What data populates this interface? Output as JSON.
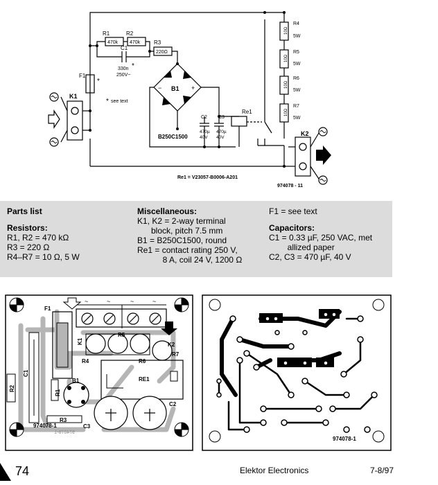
{
  "schematic": {
    "labels": {
      "r1": "R1",
      "r1_val": "470k",
      "r2": "R2",
      "r2_val": "470k",
      "r3": "R3",
      "r3_val": "220Ω",
      "c1": "C1",
      "c1_val1": "330n",
      "c1_val2": "250V~",
      "c1_star": "*",
      "f1": "F1",
      "f1_star": "*",
      "k1": "K1",
      "k2": "K2",
      "b1": "B1",
      "bridge_part": "B250C1500",
      "see_text": "see text",
      "see_star": "*",
      "c2": "C2",
      "c2_v1": "470µ",
      "c2_v2": "40V",
      "c3": "C3",
      "c3_v1": "470µ",
      "c3_v2": "40V",
      "re1": "Re1",
      "r4": "R4",
      "r5": "R5",
      "r6": "R6",
      "r7": "R7",
      "r_val": "10Ω",
      "r_watt": "5W",
      "plus": "+",
      "minus": "−",
      "relay_note": "Re1 = V23057-B0006-A201",
      "fig_code": "974078 - 11"
    }
  },
  "parts": {
    "col1": {
      "heading": "Parts list",
      "sub": "Resistors:",
      "lines": [
        "R1, R2 = 470 kΩ",
        "R3 = 220 Ω",
        "R4–R7 = 10 Ω, 5 W"
      ]
    },
    "col2": {
      "heading": "Miscellaneous:",
      "lines": [
        "K1, K2 = 2-way terminal",
        "      block, pitch 7.5 mm",
        "B1 = B250C1500, round",
        "Re1 = contact rating 250 V,",
        "           8 A, coil 24 V, 1200 Ω"
      ]
    },
    "col3": {
      "top": "F1 = see text",
      "sub": "Capacitors:",
      "lines": [
        "C1 = 0.33 µF, 250 VAC, met",
        "        allized paper",
        "C2, C3 = 470 µF, 40 V"
      ]
    }
  },
  "pcb": {
    "labels": {
      "f1": "F1",
      "k1": "K1",
      "k2": "K2",
      "r4": "R4",
      "r5": "R5",
      "r6": "R6",
      "r7": "R7",
      "c1": "C1",
      "r1": "R1",
      "r2": "R2",
      "b1": "B1",
      "re1": "RE1",
      "r3": "R3",
      "c3": "C3",
      "c2": "C2",
      "board_id": "974078-1",
      "board_id_mirror": "974078-1",
      "copper_id": "974078-1",
      "tilde": "~"
    }
  },
  "footer": {
    "page": "74",
    "magazine": "Elektor Electronics",
    "issue": "7-8/97"
  }
}
